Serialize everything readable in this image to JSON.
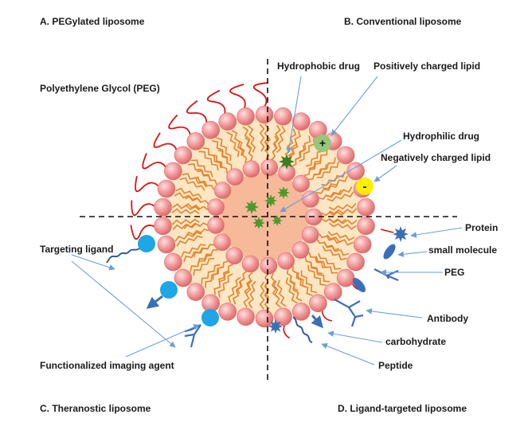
{
  "quadrants": {
    "a": "A. PEGylated liposome",
    "b": "B. Conventional liposome",
    "c": "C. Theranostic liposome",
    "d": "D. Ligand-targeted liposome"
  },
  "labels": {
    "peg_polymer": "Polyethylene Glycol (PEG)",
    "hydrophobic_drug": "Hydrophobic drug",
    "positively_charged_lipid": "Positively charged lipid",
    "hydrophilic_drug": "Hydrophilic drug",
    "negatively_charged_lipid": "Negatively charged lipid",
    "protein": "Protein",
    "small_molecule": "small molecule",
    "peg": "PEG",
    "antibody": "Antibody",
    "carbohydrate": "carbohydrate",
    "peptide": "Peptide",
    "targeting_ligand": "Targeting ligand",
    "imaging_agent": "Functionalized imaging agent"
  },
  "symbols": {
    "plus": "+",
    "minus": "-"
  },
  "colors": {
    "lipid_head": "#ee8080",
    "lipid_head_highlight": "#fbd4d4",
    "lipid_tail": "#e6822a",
    "outer_fill": "#fde6c4",
    "core_fill": "#f6b99a",
    "peg_chain": "#dd1111",
    "drug": "#4c9a2a",
    "positive_lipid": "#95c878",
    "negative_lipid": "#ffee00",
    "ligand": "#3a6fb8",
    "imaging": "#1ea6e6",
    "arrow": "#6d9fd6"
  },
  "icons": [
    "peg-chain-icon",
    "green-star-drug-icon",
    "antibody-y-icon",
    "protein-star-icon",
    "small-molecule-pill-icon",
    "peptide-coil-icon",
    "carbohydrate-arrow-icon",
    "imaging-dot-icon"
  ]
}
